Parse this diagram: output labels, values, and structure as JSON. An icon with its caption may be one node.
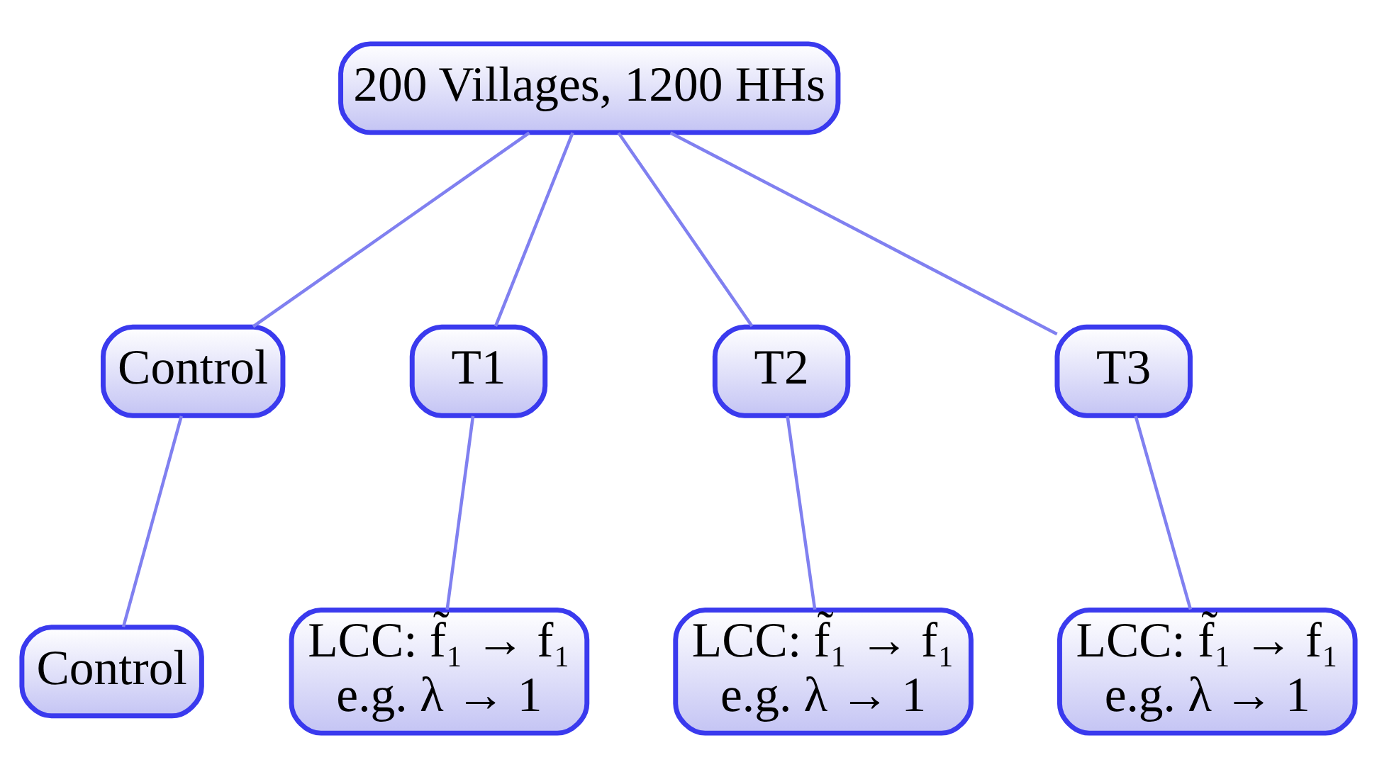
{
  "diagram": {
    "nodes": [
      {
        "text": [
          "200 Villages, 1200 HHs"
        ]
      },
      {
        "text": [
          "Control"
        ]
      },
      {
        "text": [
          "T1"
        ]
      },
      {
        "text": [
          "T2"
        ]
      },
      {
        "text": [
          "T3"
        ]
      },
      {
        "text": [
          "Control"
        ]
      },
      {
        "text": [
          "LCC: f̃₁ → f₁",
          "e.g. λ → 1"
        ]
      },
      {
        "text": [
          "LCC: f̃₁ → f₁",
          "e.g. λ → 1"
        ]
      },
      {
        "text": [
          "LCC: f̃₁ → f₁",
          "e.g. λ → 1"
        ]
      }
    ],
    "edges": [
      {
        "from": 0,
        "to": 1,
        "arrow": "none"
      },
      {
        "from": 0,
        "to": 2,
        "arrow": "none"
      },
      {
        "from": 0,
        "to": 3,
        "arrow": "none"
      },
      {
        "from": 0,
        "to": 4,
        "arrow": "none"
      },
      {
        "from": 1,
        "to": 5,
        "arrow": "none"
      },
      {
        "from": 2,
        "to": 6,
        "arrow": "none"
      },
      {
        "from": 3,
        "to": 7,
        "arrow": "none"
      },
      {
        "from": 4,
        "to": 8,
        "arrow": "none"
      }
    ]
  }
}
